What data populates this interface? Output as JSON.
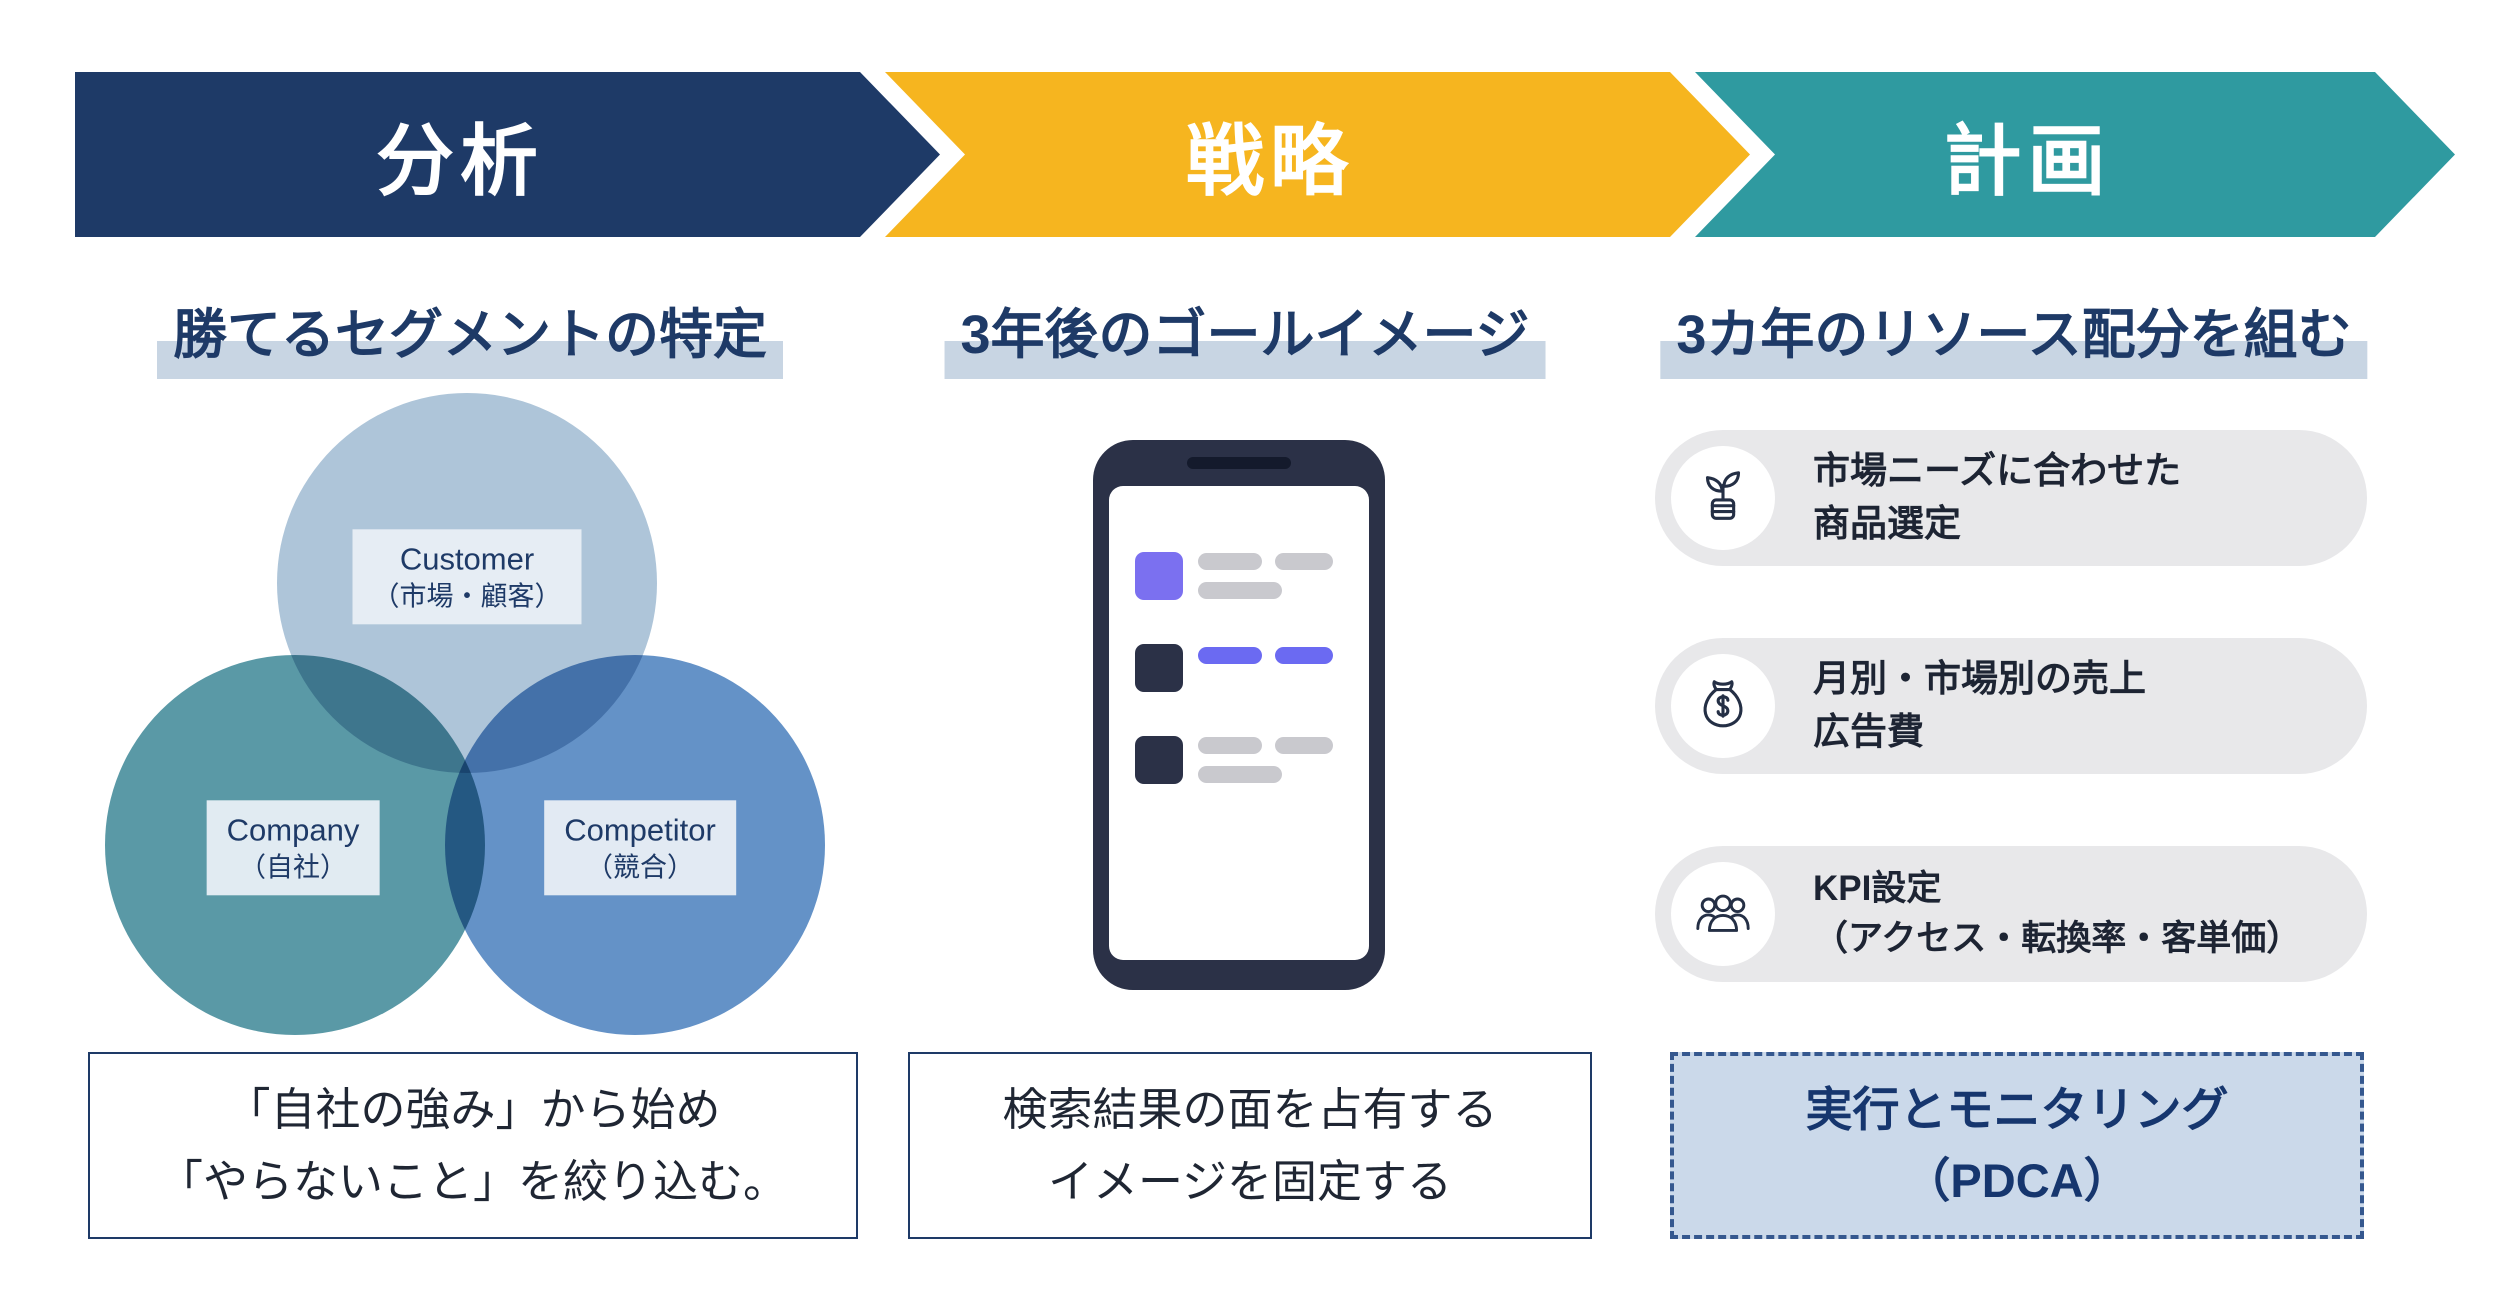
{
  "colors": {
    "navy": "#1e3a67",
    "yellow": "#f6b51f",
    "teal": "#2f9aa0",
    "subtitle_highlight": "#c8d5e3",
    "venn_customer": "#aec5d9",
    "venn_company": "#5a99a6",
    "venn_competitor": "#6492c7",
    "accent_purple": "#6b6af2",
    "pill_bg": "#e8e8ea",
    "pdca_bg": "#cbd9ea"
  },
  "banners": [
    {
      "label": "分析"
    },
    {
      "label": "戦略"
    },
    {
      "label": "計画"
    }
  ],
  "columns": [
    {
      "subtitle": "勝てるセグメントの特定",
      "venn": {
        "customer": {
          "name": "Customer",
          "note": "（市場・顧客）"
        },
        "company": {
          "name": "Company",
          "note": "（自社）"
        },
        "competitor": {
          "name": "Competitor",
          "note": "（競合）"
        }
      },
      "footer": {
        "line1": "「自社の強み」から始め",
        "line2": "「やらないこと」を絞り込む。"
      }
    },
    {
      "subtitle": "3年後のゴールイメージ",
      "footer": {
        "line1": "検索結果の面を占有する",
        "line2": "イメージを固定する"
      }
    },
    {
      "subtitle": "3カ年のリソース配分を組む",
      "items": [
        {
          "icon": "sprout-icon",
          "line1": "市場ニーズに合わせた",
          "line2": "商品選定"
        },
        {
          "icon": "money-bag-icon",
          "line1": "月別・市場別の売上",
          "line2": "広告費"
        },
        {
          "icon": "people-icon",
          "line1": "KPI設定",
          "line2": "（アクセス・転換率・客単価）"
        }
      ],
      "footer": {
        "line1": "実行とモニタリング",
        "line2": "（PDCA）"
      }
    }
  ]
}
